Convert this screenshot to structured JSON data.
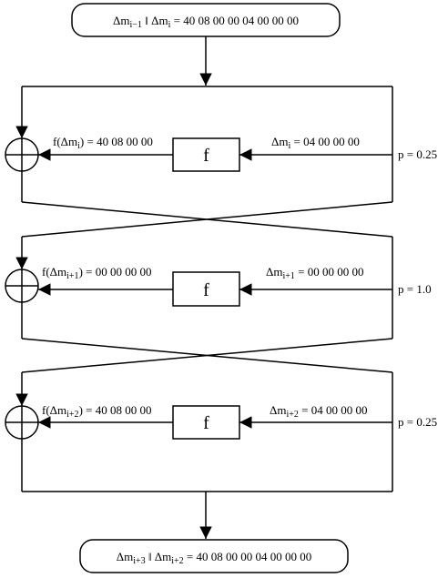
{
  "top_box": {
    "left": "Δm",
    "left_sub": "i−1",
    "sep": " ‖ Δm",
    "right_sub": "i",
    "value": " = 40 08 00 00 04 00 00 00"
  },
  "rounds": [
    {
      "f_label": "f",
      "out_pre": "f(Δm",
      "out_sub": "i",
      "out_post": ") = 40 08 00 00",
      "in_pre": "Δm",
      "in_sub": "i",
      "in_post": " = 04 00 00 00",
      "prob": "p = 0.25"
    },
    {
      "f_label": "f",
      "out_pre": "f(Δm",
      "out_sub": "i+1",
      "out_post": ") = 00 00 00 00",
      "in_pre": "Δm",
      "in_sub": "i+1",
      "in_post": " = 00 00 00 00",
      "prob": "p = 1.0"
    },
    {
      "f_label": "f",
      "out_pre": "f(Δm",
      "out_sub": "i+2",
      "out_post": ") = 40 08 00 00",
      "in_pre": "Δm",
      "in_sub": "i+2",
      "in_post": " = 04 00 00 00",
      "prob": "p = 0.25"
    }
  ],
  "bottom_box": {
    "left": "Δm",
    "left_sub": "i+3",
    "sep": " ‖ Δm",
    "right_sub": "i+2",
    "value": " = 40 08 00 00 04 00 00 00"
  },
  "colors": {
    "f_box_fill": "#e3e3e3",
    "stroke": "#000000"
  }
}
